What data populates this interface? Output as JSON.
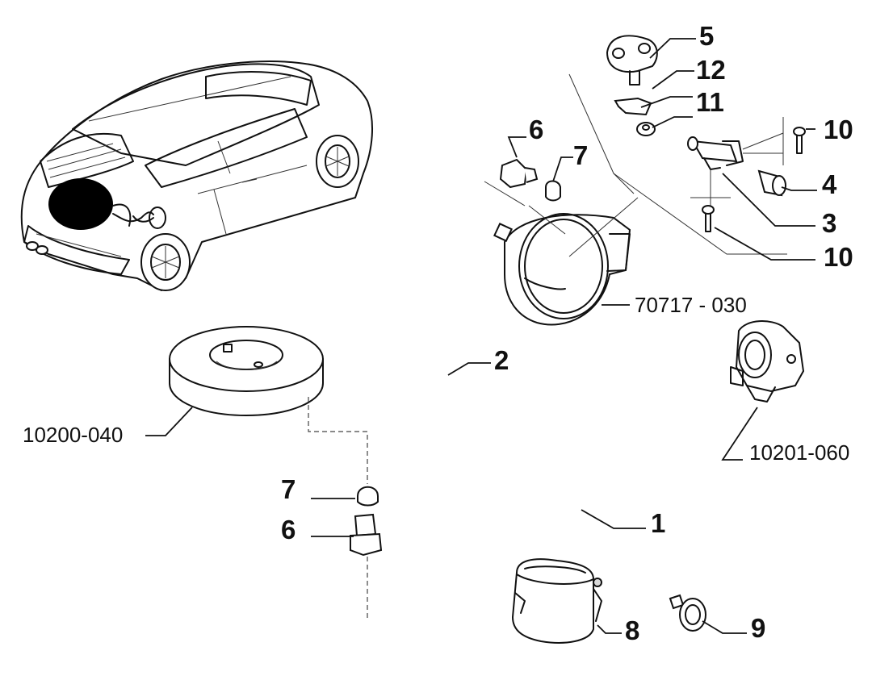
{
  "callouts": [
    {
      "id": "c5",
      "label": "5"
    },
    {
      "id": "c12",
      "label": "12"
    },
    {
      "id": "c11",
      "label": "11"
    },
    {
      "id": "c6a",
      "label": "6"
    },
    {
      "id": "c7a",
      "label": "7"
    },
    {
      "id": "c10a",
      "label": "10"
    },
    {
      "id": "c4",
      "label": "4"
    },
    {
      "id": "c3",
      "label": "3"
    },
    {
      "id": "c10b",
      "label": "10"
    },
    {
      "id": "c2",
      "label": "2"
    },
    {
      "id": "c7b",
      "label": "7"
    },
    {
      "id": "c6b",
      "label": "6"
    },
    {
      "id": "c1",
      "label": "1"
    },
    {
      "id": "c8",
      "label": "8"
    },
    {
      "id": "c9",
      "label": "9"
    }
  ],
  "references": [
    {
      "id": "r1",
      "label": "70717 - 030"
    },
    {
      "id": "r2",
      "label": "10200-040"
    },
    {
      "id": "r3",
      "label": "10201-060"
    }
  ]
}
